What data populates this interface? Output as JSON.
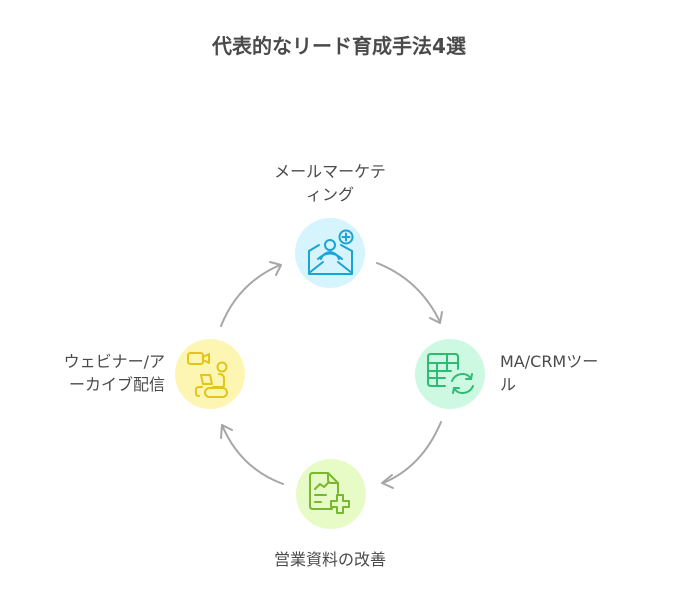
{
  "title": "代表的なリード育成手法4選",
  "colors": {
    "arrow": "#a6a6a6",
    "title_text": "#4a4a4a"
  },
  "nodes": [
    {
      "id": "email-marketing",
      "label_line1": "メールマーケテ",
      "label_line2": "ィング",
      "icon": "envelope-user-plus-icon",
      "fill": "#d6f4fd",
      "stroke": "#1aa3d6"
    },
    {
      "id": "ma-crm-tools",
      "label_line1": "MA/CRMツー",
      "label_line2": "ル",
      "icon": "table-sync-icon",
      "fill": "#cdf9e3",
      "stroke": "#2ebb74"
    },
    {
      "id": "sales-materials",
      "label_line1": "営業資料の改善",
      "label_line2": "",
      "icon": "document-chart-plus-icon",
      "fill": "#e6fbc6",
      "stroke": "#7ab730"
    },
    {
      "id": "webinar-archive",
      "label_line1": "ウェビナー/ア",
      "label_line2": "ーカイブ配信",
      "icon": "video-presenter-icon",
      "fill": "#fdf6b3",
      "stroke": "#e2c518"
    }
  ],
  "flow": [
    "email-marketing",
    "ma-crm-tools",
    "sales-materials",
    "webinar-archive",
    "email-marketing"
  ]
}
